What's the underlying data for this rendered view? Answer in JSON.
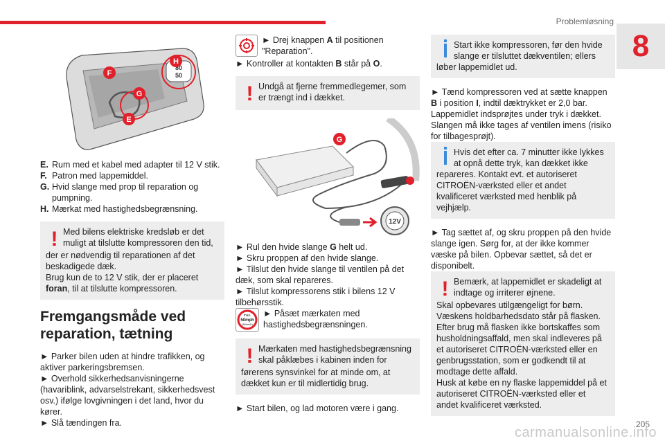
{
  "header": {
    "title": "Problemløsning",
    "chapter": "8"
  },
  "footer": {
    "page_number": "205",
    "watermark": "carmanualsonline.info"
  },
  "col1": {
    "figure_labels": {
      "h": "H",
      "f": "F",
      "g": "G",
      "e": "E",
      "sticker_top": "80",
      "sticker_bottom": "50"
    },
    "legend": [
      {
        "key": "E.",
        "text": "Rum med et kabel med adapter til 12 V stik."
      },
      {
        "key": "F.",
        "text": "Patron med lappemiddel."
      },
      {
        "key": "G.",
        "text": "Hvid slange med prop til reparation og pumpning."
      },
      {
        "key": "H.",
        "text": "Mærkat med hastighedsbegrænsning."
      }
    ],
    "warning1": {
      "line1": "Med bilens elektriske kredsløb er det muligt at tilslutte kompressoren den tid,",
      "line2": "der er nødvendig til reparationen af det beskadigede dæk.",
      "line3_pre": "Brug kun de to 12 V stik, der er placeret",
      "line3_bold": "foran",
      "line3_post": ", til at tilslutte kompressoren."
    },
    "heading": "Fremgangsmåde ved reparation, tætning",
    "steps": [
      "► Parker bilen uden at hindre trafikken, og aktiver parkeringsbremsen.",
      "► Overhold sikkerhedsanvisningerne (havariblink, advarselstrekant, sikkerhedsvest osv.) ifølge lovgivningen i det land, hvor du kører.",
      "► Slå tændingen fra."
    ]
  },
  "col2": {
    "knob_step": {
      "pre": "► Drej knappen ",
      "bold": "A",
      "post": " til positionen \"Reparation\"."
    },
    "contact_step": {
      "pre": "► Kontroller at kontakten ",
      "b1": "B",
      "mid": " står på ",
      "b2": "O",
      "post": "."
    },
    "warning2": "Undgå at fjerne fremmedlegemer, som er trængt ind i dækket.",
    "figure_labels": {
      "g": "G",
      "plug": "12V"
    },
    "steps": [
      {
        "pre": "► Rul den hvide slange ",
        "bold": "G",
        "post": " helt ud."
      },
      {
        "pre": "► Skru proppen af den hvide slange.",
        "bold": "",
        "post": ""
      },
      {
        "pre": "► Tilslut den hvide slange til ventilen på det dæk, som skal repareres.",
        "bold": "",
        "post": ""
      },
      {
        "pre": "► Tilslut kompressorens stik i bilens 12 V tilbehørsstik.",
        "bold": "",
        "post": ""
      }
    ],
    "sticker_step": "► Påsæt mærkaten med hastighedsbegrænsningen.",
    "sticker_icon": {
      "top": "max.",
      "mid": "50mph",
      "bot": "(80km/h)"
    },
    "warning3": {
      "line1": "Mærkaten med hastighedsbegrænsning skal påklæbes i kabinen inden for",
      "line2": "førerens synsvinkel for at minde om, at dækket kun er til midlertidig brug."
    },
    "final_step": "► Start bilen, og lad motoren være i gang."
  },
  "col3": {
    "info1": {
      "line1": "Start ikke kompressoren, før den hvide slange er tilsluttet dækventilen; ellers",
      "line2": "løber lappemidlet ud."
    },
    "step1": {
      "pre": "► Tænd kompressoren ved at sætte knappen ",
      "b1": "B",
      "mid": " i position ",
      "b2": "I",
      "post": ", indtil dæktrykket er 2,0 bar. Lappemidlet indsprøjtes under tryk i dækket. Slangen må ikke tages af ventilen imens (risiko for tilbagesprøjt)."
    },
    "info2": {
      "line1": "Hvis det efter ca. 7 minutter ikke lykkes at opnå dette tryk, kan dækket ikke",
      "line2": "repareres. Kontakt evt. et autoriseret CITROËN-værksted eller et andet kvalificeret værksted med henblik på vejhjælp."
    },
    "step2": "► Tag sættet af, og skru proppen på den hvide slange igen. Sørg for, at der ikke kommer væske på bilen. Opbevar sættet, så det er disponibelt.",
    "warning4": {
      "line1": "Bemærk, at lappemidlet er skadeligt at indtage og irriterer øjnene.",
      "line2": "Skal opbevares utilgængeligt for børn.",
      "line3": "Væskens holdbarhedsdato står på flasken.",
      "line4": "Efter brug må flasken ikke bortskaffes som husholdningsaffald, men skal indleveres på et autoriseret CITROËN-værksted eller en genbrugsstation, som er godkendt til at modtage dette affald.",
      "line5": "Husk at købe en ny flaske lappemiddel på et autoriseret CITROËN-værksted eller et andet kvalificeret værksted."
    }
  }
}
